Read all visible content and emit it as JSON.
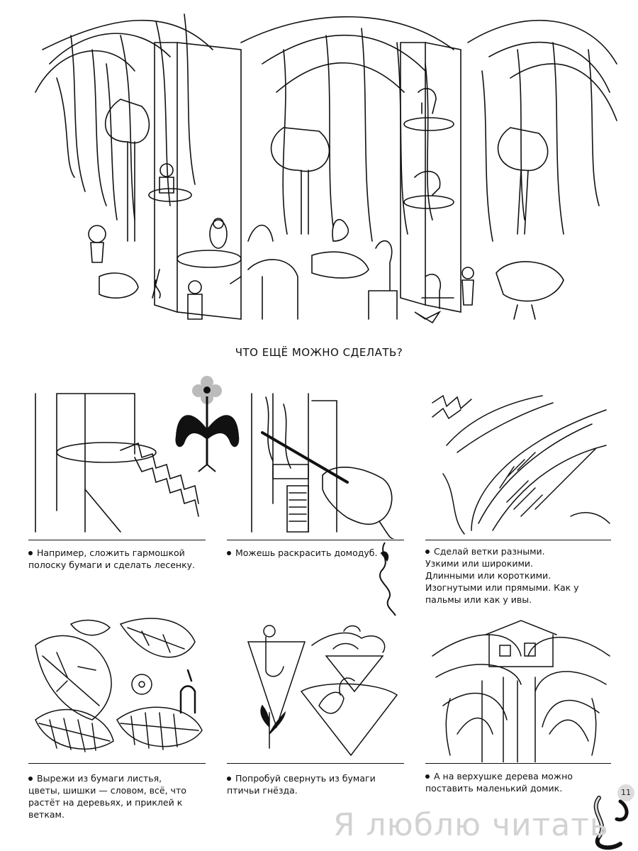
{
  "heading": "ЧТО ЕЩЁ МОЖНО СДЕЛАТЬ?",
  "captions": [
    "Например, сложить гармошкой полоску бумаги и сделать лесенку.",
    "Можешь раскрасить домодуб.",
    "Сделай ветки разными. Узкими или широкими. Длинными или короткими. Изогнутыми или прямыми. Как у пальмы или как у ивы.",
    "Вырежи из бумаги листья, цветы, шишки — словом, всё, что растёт на деревьях, и приклей к веткам.",
    "Попробуй свернуть из бумаги птичьи гнёзда.",
    "А на верхушке дерева можно поставить маленький домик."
  ],
  "page_number": "11",
  "watermark": "Я люблю читать"
}
